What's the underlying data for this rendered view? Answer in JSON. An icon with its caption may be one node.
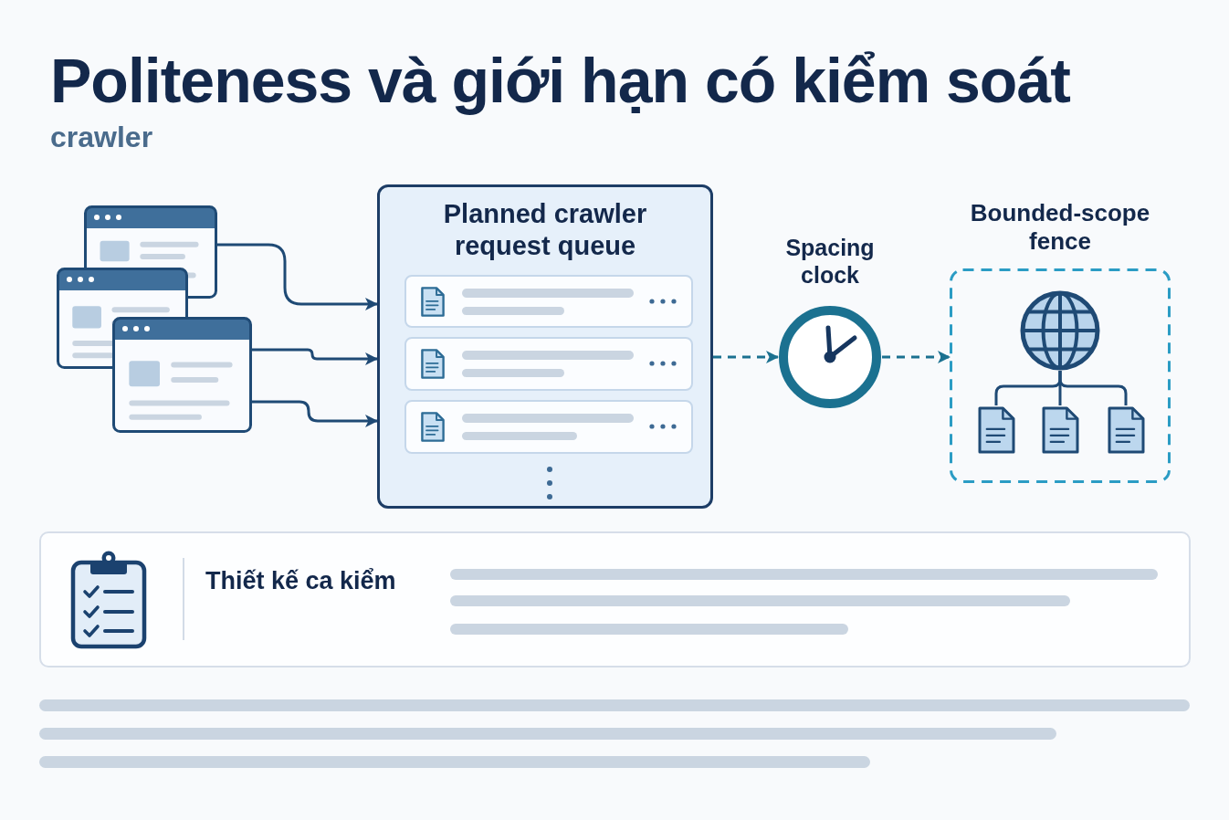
{
  "diagram": {
    "title": "Politeness và giới hạn có kiểm soát",
    "nodes": [
      {
        "text": [],
        "shape": "picture"
      },
      {
        "text": [],
        "shape": "picture"
      },
      {
        "text": [],
        "shape": "picture"
      },
      {
        "text": [
          "Planned crawler request queue"
        ]
      },
      {
        "text": [],
        "shape": "box",
        "in": 3
      },
      {
        "text": [],
        "shape": "box",
        "in": 3
      },
      {
        "text": [],
        "shape": "box",
        "in": 3
      },
      {
        "text": [
          "Spacing clock"
        ]
      },
      {
        "text": [
          "Bounded-scope fence"
        ]
      },
      {
        "text": [],
        "shape": "picture",
        "in": 8
      },
      {
        "text": [],
        "shape": "picture",
        "in": 8
      },
      {
        "text": [],
        "shape": "picture",
        "in": 8
      },
      {
        "text": [],
        "shape": "picture",
        "in": 8
      },
      {
        "text": [
          "Thiết kế ca kiểm"
        ]
      }
    ],
    "edges": [
      {
        "from": 0,
        "to": 3,
        "arrow": "to"
      },
      {
        "from": 2,
        "to": 3,
        "arrow": "to"
      },
      {
        "from": 2,
        "to": 3,
        "arrow": "to"
      },
      {
        "from": 3,
        "to": 7,
        "arrow": "to",
        "style": "dashed",
        "color": "#1b7190"
      },
      {
        "from": 7,
        "to": 8,
        "arrow": "to",
        "style": "dashed",
        "color": "#1b7190"
      },
      {
        "from": 9,
        "to": 10,
        "arrow": "none"
      },
      {
        "from": 9,
        "to": 11,
        "arrow": "none"
      },
      {
        "from": 9,
        "to": 12,
        "arrow": "none"
      }
    ],
    "labels": [
      "crawler"
    ]
  }
}
